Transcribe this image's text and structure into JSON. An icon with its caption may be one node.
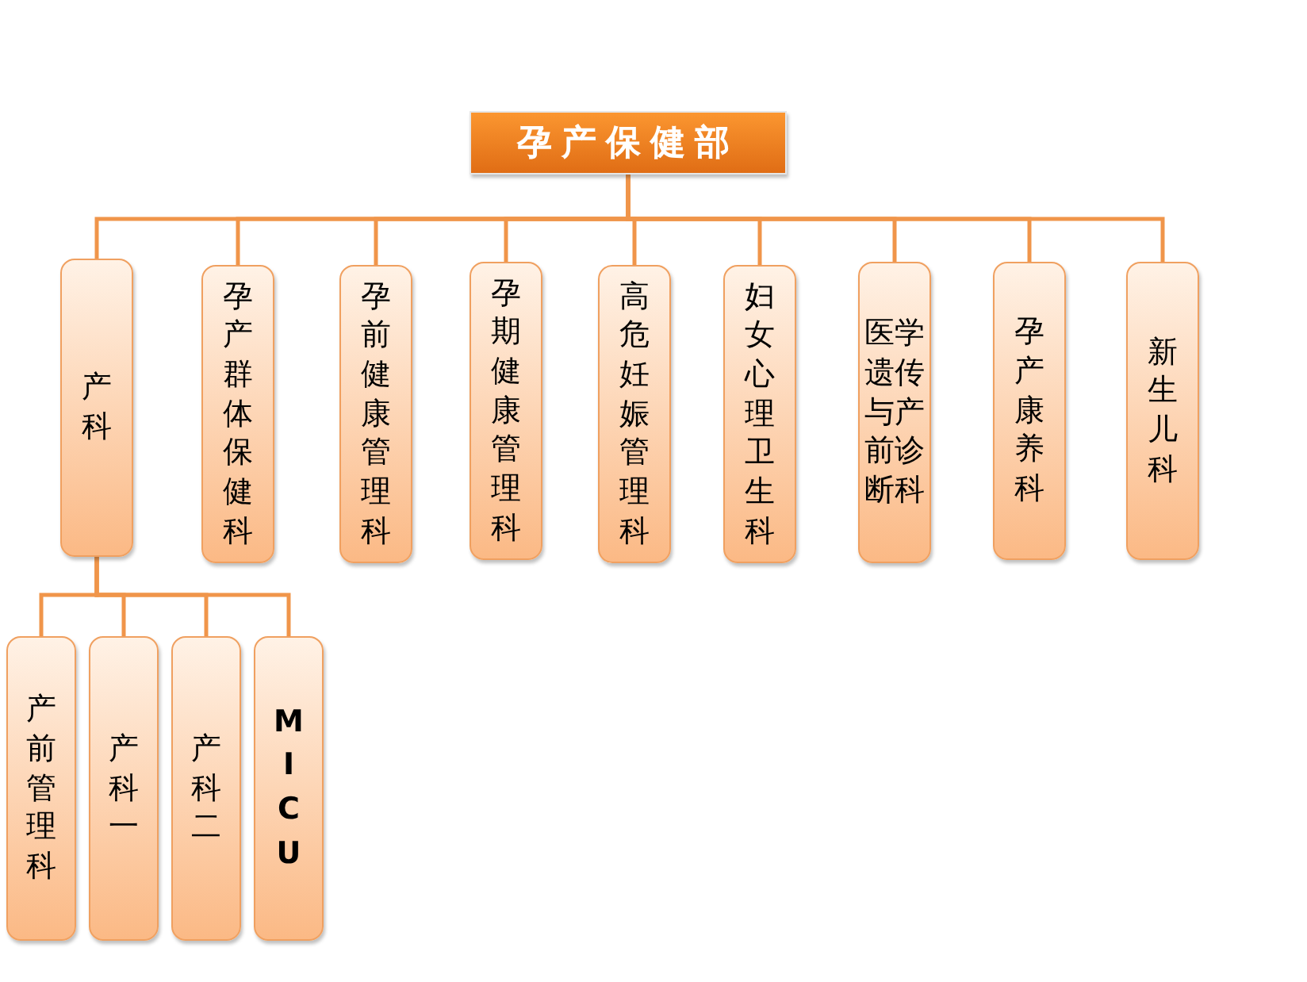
{
  "diagram": {
    "nodes": [
      {
        "text": [
          "孕产保健部"
        ]
      },
      {
        "text": [
          "产科"
        ]
      },
      {
        "text": [
          "孕产群体保健科"
        ]
      },
      {
        "text": [
          "孕前健康管理科"
        ]
      },
      {
        "text": [
          "孕期健康管理科"
        ]
      },
      {
        "text": [
          "高危妊娠管理科"
        ]
      },
      {
        "text": [
          "妇女心理卫生科"
        ]
      },
      {
        "text": [
          "医学遗传与产前诊断科"
        ]
      },
      {
        "text": [
          "孕产康养科"
        ]
      },
      {
        "text": [
          "新生儿科"
        ]
      },
      {
        "text": [
          "产前管理科"
        ]
      },
      {
        "text": [
          "产科一"
        ]
      },
      {
        "text": [
          "产科二"
        ]
      },
      {
        "text": [
          "MICU"
        ]
      }
    ],
    "edges": [
      {
        "from": 0,
        "to": 1,
        "arrow": "none"
      },
      {
        "from": 0,
        "to": 2,
        "arrow": "none"
      },
      {
        "from": 0,
        "to": 3,
        "arrow": "none"
      },
      {
        "from": 0,
        "to": 4,
        "arrow": "none"
      },
      {
        "from": 0,
        "to": 5,
        "arrow": "none"
      },
      {
        "from": 0,
        "to": 6,
        "arrow": "none"
      },
      {
        "from": 0,
        "to": 7,
        "arrow": "none"
      },
      {
        "from": 0,
        "to": 8,
        "arrow": "none"
      },
      {
        "from": 0,
        "to": 9,
        "arrow": "none"
      },
      {
        "from": 1,
        "to": 10,
        "arrow": "none"
      },
      {
        "from": 1,
        "to": 11,
        "arrow": "none"
      },
      {
        "from": 1,
        "to": 12,
        "arrow": "none"
      },
      {
        "from": 1,
        "to": 13,
        "arrow": "none"
      }
    ]
  }
}
